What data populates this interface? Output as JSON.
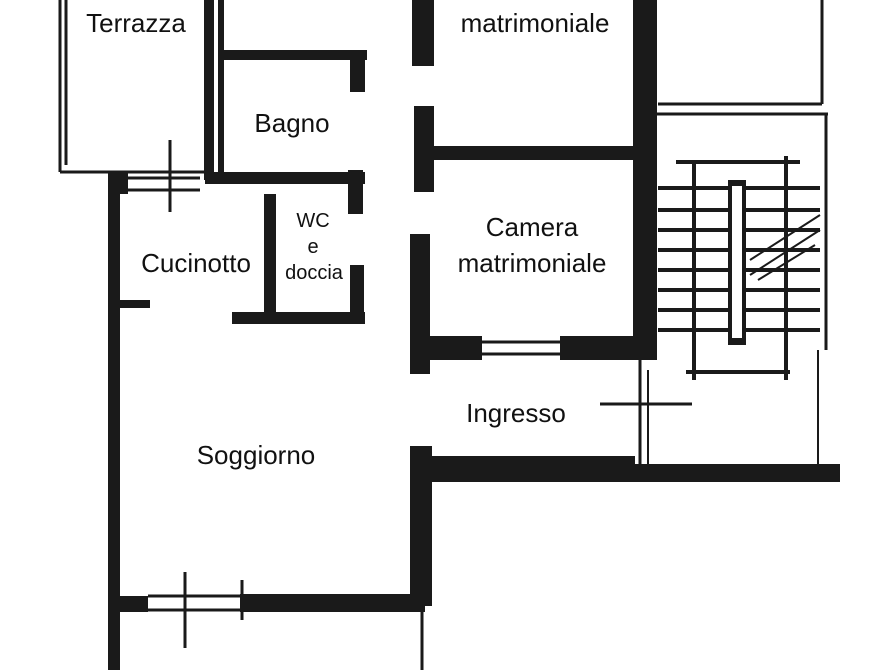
{
  "rooms": {
    "terrazza": "Terrazza",
    "camera_top": "matrimoniale",
    "bagno": "Bagno",
    "wc_line1": "WC",
    "wc_line2": "e",
    "wc_line3": "doccia",
    "cucinotto": "Cucinotto",
    "camera_mid_line1": "Camera",
    "camera_mid_line2": "matrimoniale",
    "ingresso": "Ingresso",
    "soggiorno": "Soggiorno"
  }
}
